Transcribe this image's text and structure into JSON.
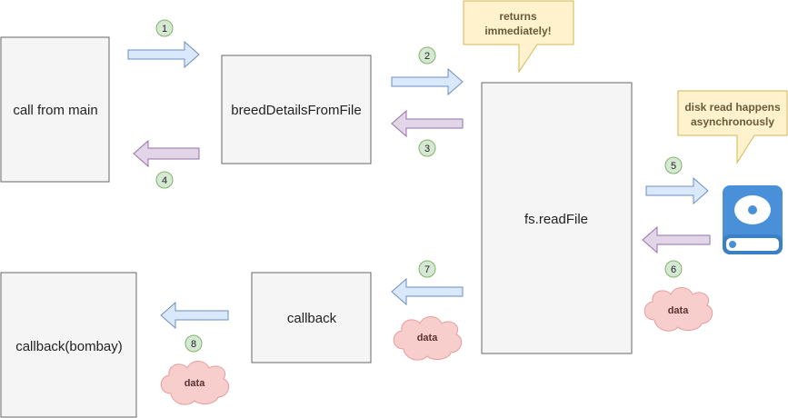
{
  "boxes": {
    "main": "call from main",
    "breed": "breedDetailsFromFile",
    "readfile": "fs.readFile",
    "callback": "callback",
    "callback_bombay": "callback(bombay)"
  },
  "steps": [
    "1",
    "2",
    "3",
    "4",
    "5",
    "6",
    "7",
    "8"
  ],
  "callouts": {
    "returns": [
      "returns",
      "immediately!"
    ],
    "disk": [
      "disk read happens",
      "asynchronously"
    ]
  },
  "clouds": {
    "disk_data": "data",
    "callback_data": "data",
    "bombay_data": "data"
  },
  "icons": {
    "disk": "hard-disk-icon"
  },
  "colors": {
    "box_fill": "#f5f5f5",
    "arrow_blue": "#dae8fc",
    "arrow_blue_stroke": "#6c8ebf",
    "arrow_purple": "#e1d5e7",
    "arrow_purple_stroke": "#9673a6",
    "step_badge": "#d5e8d4",
    "callout_fill": "#fff2cc",
    "cloud_fill": "#f8cecc",
    "disk_blue": "#4a90d9"
  }
}
